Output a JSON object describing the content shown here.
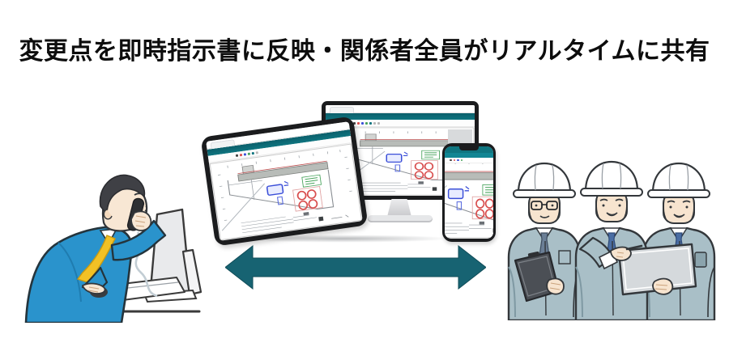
{
  "headline": {
    "text": "変更点を即時指示書に反映・関係者全員がリアルタイムに共有",
    "color": "#0d0d0d"
  },
  "colors": {
    "arrow_teal": "#176372",
    "app_header_teal": "#0f7580",
    "suit_blue": "#2a93cc",
    "tie_yellow": "#f2c125",
    "worker_jacket": "#a9bfc7",
    "helmet_white": "#ffffff",
    "drawing_markup_blue": "#3b4fd8",
    "drawing_markup_red": "#d94f4f",
    "drawing_markup_green": "#48a35c"
  },
  "scene": {
    "devices": [
      {
        "name": "tablet",
        "content": "construction-drawing-app"
      },
      {
        "name": "desktop-monitor",
        "content": "construction-drawing-app"
      },
      {
        "name": "smartphone",
        "content": "construction-drawing-app"
      }
    ],
    "left_figure": "office-worker-on-phone-at-computer",
    "right_figure": "three-construction-workers-sharing-tablet",
    "connector": "two-way-sync-arrow"
  }
}
